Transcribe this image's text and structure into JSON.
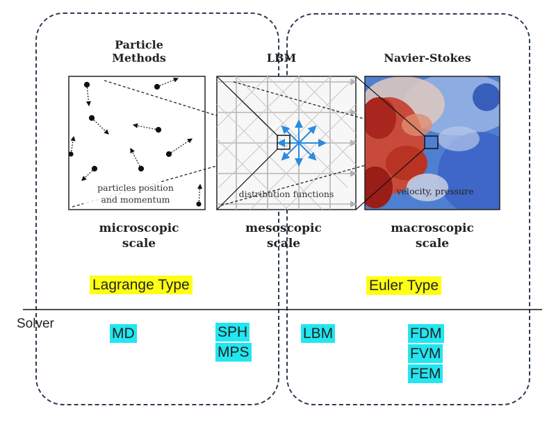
{
  "headings": {
    "particle": [
      "Particle",
      "Methods"
    ],
    "lbm": "LBM",
    "navier": "Navier-Stokes"
  },
  "captions": {
    "particle": [
      "particles position",
      "and momentum"
    ],
    "lbm": "distribution functions",
    "navier": "velocity, pressure"
  },
  "scales": {
    "micro": [
      "microscopic",
      "scale"
    ],
    "meso": [
      "mesoscopic",
      "scale"
    ],
    "macro": [
      "macroscopic",
      "scale"
    ]
  },
  "types": {
    "lagrange": "Lagrange Type",
    "euler": "Euler Type"
  },
  "solver": {
    "label": "Solver",
    "md": "MD",
    "particle_methods": [
      "SPH",
      "MPS"
    ],
    "lbm": "LBM",
    "grid_methods": [
      "FDM",
      "FVM",
      "FEM"
    ]
  },
  "colors": {
    "lagrange_highlight": "#ffff14",
    "solver_highlight": "#22e6f0",
    "lbm_arrows": "#2a8be0",
    "dashed_border": "#2b3a4f"
  }
}
